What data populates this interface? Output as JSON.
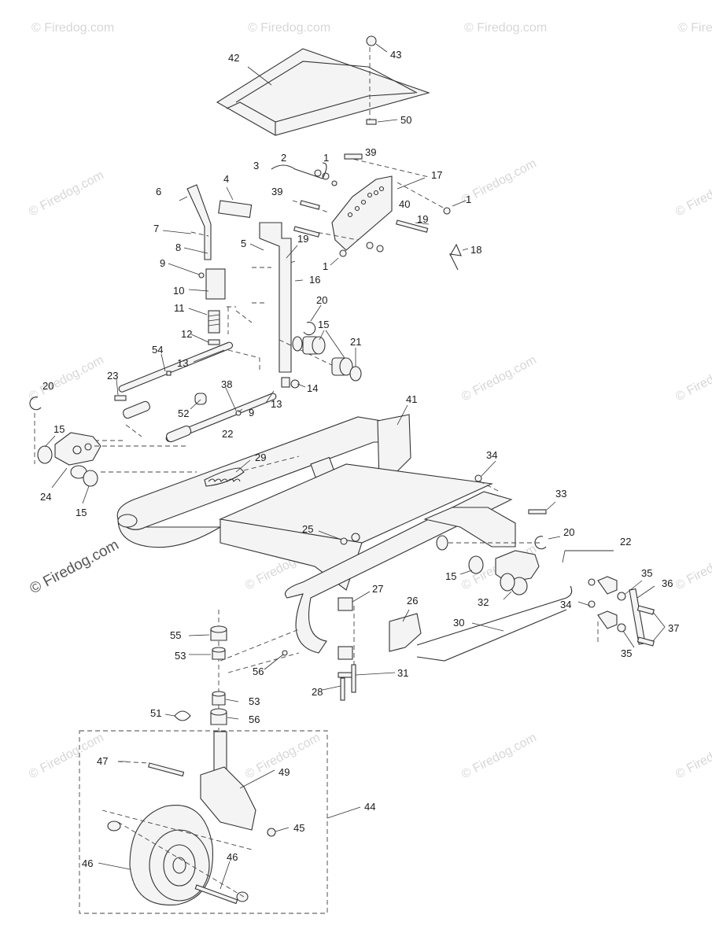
{
  "watermark": {
    "small_text": "© Firedog.com",
    "main_text": "© Firedog.com"
  },
  "callouts": {
    "c1a": "1",
    "c1b": "1",
    "c1c": "1",
    "c2": "2",
    "c3": "3",
    "c4": "4",
    "c5": "5",
    "c6": "6",
    "c7": "7",
    "c8": "8",
    "c9a": "9",
    "c9b": "9",
    "c10": "10",
    "c11": "11",
    "c12": "12",
    "c13a": "13",
    "c13b": "13",
    "c14": "14",
    "c15a": "15",
    "c15b": "15",
    "c15c": "15",
    "c15d": "15",
    "c16": "16",
    "c17": "17",
    "c18": "18",
    "c19a": "19",
    "c19b": "19",
    "c20a": "20",
    "c20b": "20",
    "c20c": "20",
    "c21": "21",
    "c22a": "22",
    "c22b": "22",
    "c23": "23",
    "c24": "24",
    "c25": "25",
    "c26": "26",
    "c27": "27",
    "c28": "28",
    "c29": "29",
    "c30": "30",
    "c31": "31",
    "c32": "32",
    "c33": "33",
    "c34a": "34",
    "c34b": "34",
    "c35a": "35",
    "c35b": "35",
    "c36": "36",
    "c37": "37",
    "c38": "38",
    "c39a": "39",
    "c39b": "39",
    "c40": "40",
    "c41": "41",
    "c42": "42",
    "c43": "43",
    "c44": "44",
    "c45": "45",
    "c46a": "46",
    "c46b": "46",
    "c47": "47",
    "c49": "49",
    "c50": "50",
    "c51": "51",
    "c52": "52",
    "c53a": "53",
    "c53b": "53",
    "c54": "54",
    "c55": "55",
    "c56a": "56",
    "c56b": "56"
  }
}
